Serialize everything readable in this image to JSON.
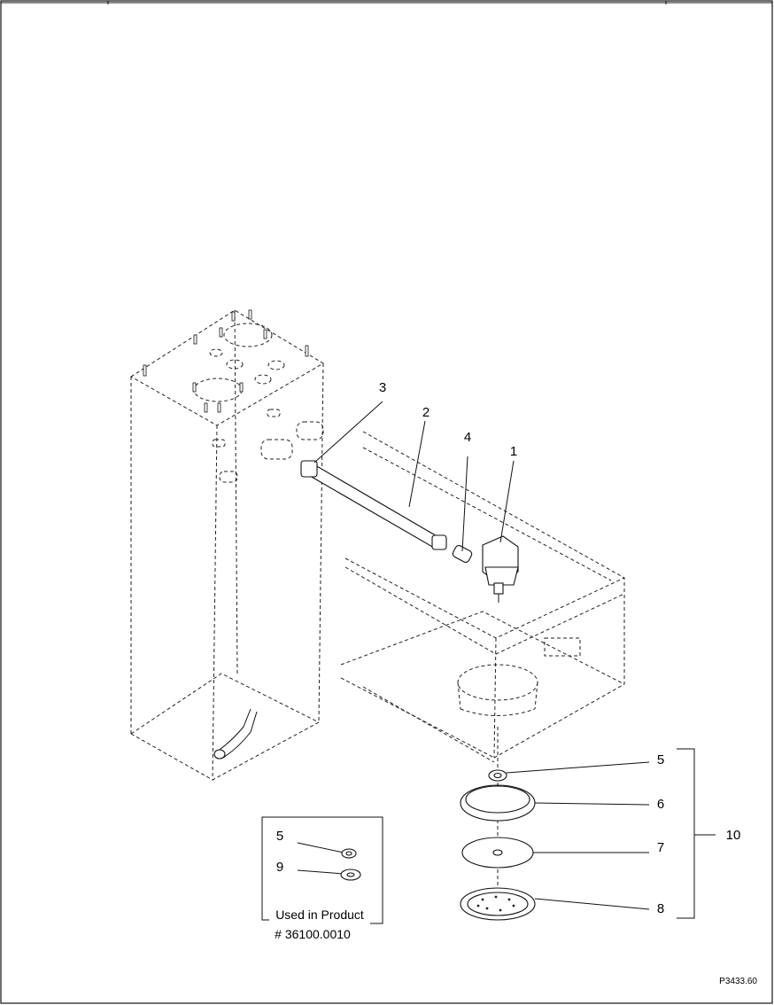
{
  "callouts": {
    "c1": "1",
    "c2": "2",
    "c3": "3",
    "c4": "4",
    "c5": "5",
    "c6": "6",
    "c7": "7",
    "c8": "8",
    "c10": "10"
  },
  "inset": {
    "c5": "5",
    "c9": "9",
    "used_line1": "Used in Product",
    "used_line2": "# 36100.0010"
  },
  "figure_id": "P3433.60"
}
